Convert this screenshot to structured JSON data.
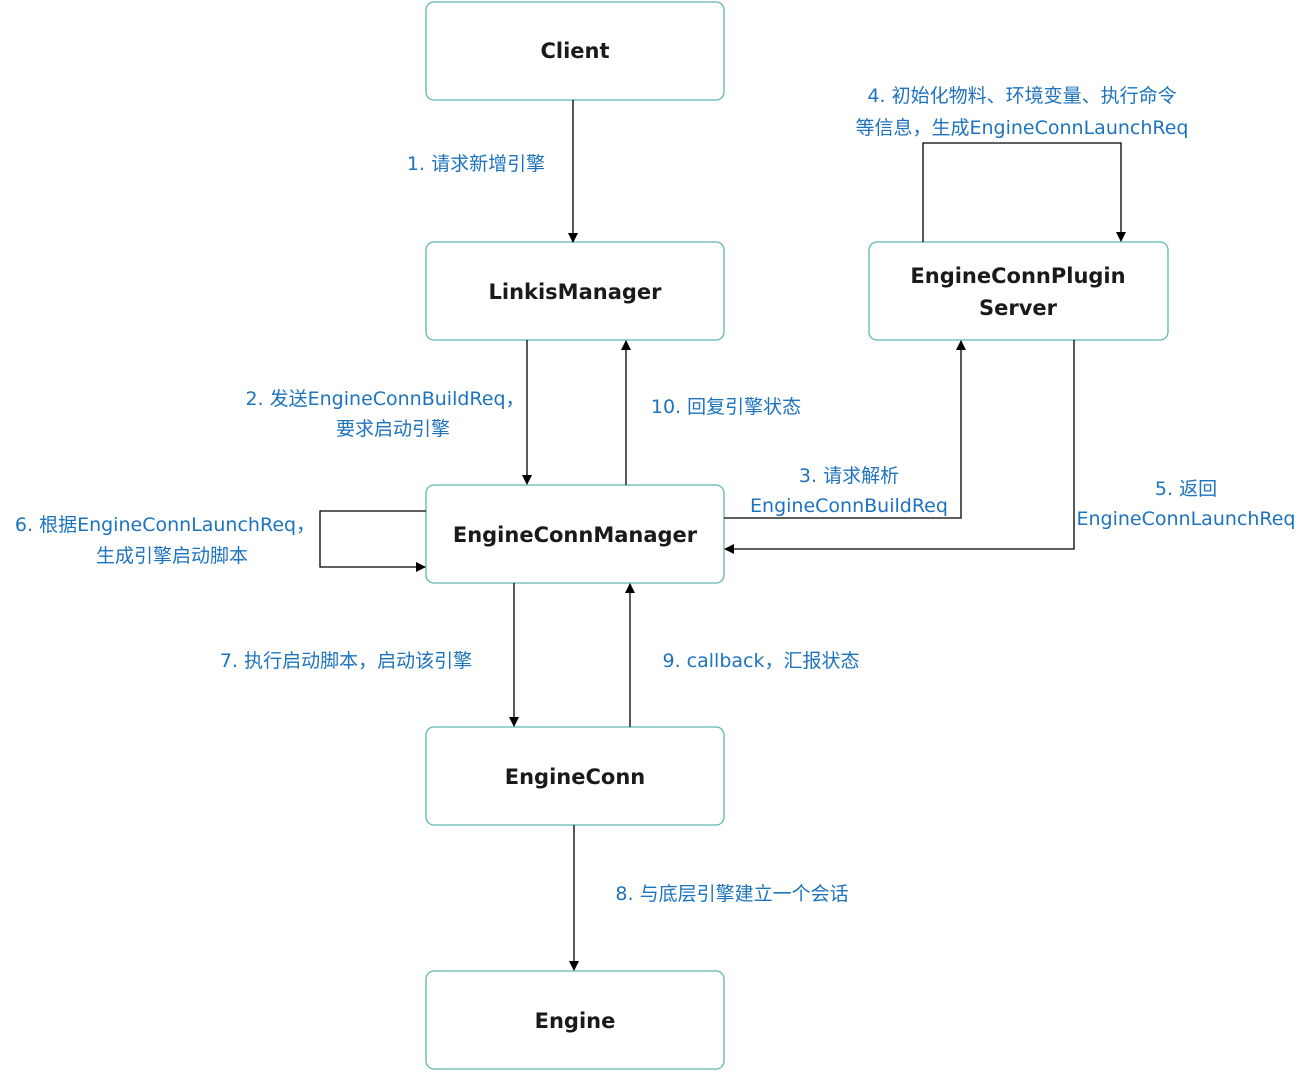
{
  "nodes": {
    "client": {
      "label": "Client"
    },
    "linkis_manager": {
      "label": "LinkisManager"
    },
    "plugin_server": {
      "label_line1": "EngineConnPlugin",
      "label_line2": "Server"
    },
    "ecm": {
      "label": "EngineConnManager"
    },
    "engine_conn": {
      "label": "EngineConn"
    },
    "engine": {
      "label": "Engine"
    }
  },
  "edges": {
    "step1": {
      "label": "1. 请求新增引擎"
    },
    "step2": {
      "line1": "2. 发送EngineConnBuildReq，",
      "line2": "要求启动引擎"
    },
    "step3": {
      "line1": "3. 请求解析",
      "line2": "EngineConnBuildReq"
    },
    "step4": {
      "line1": "4. 初始化物料、环境变量、执行命令",
      "line2": "等信息，生成EngineConnLaunchReq"
    },
    "step5": {
      "line1": "5. 返回",
      "line2": "EngineConnLaunchReq"
    },
    "step6": {
      "line1": "6. 根据EngineConnLaunchReq，",
      "line2": "生成引擎启动脚本"
    },
    "step7": {
      "label": "7. 执行启动脚本，启动该引擎"
    },
    "step8": {
      "label": "8. 与底层引擎建立一个会话"
    },
    "step9": {
      "label": "9. callback，汇报状态"
    },
    "step10": {
      "label": "10. 回复引擎状态"
    }
  },
  "colors": {
    "box_border": "#5fb7b0",
    "label_text": "#1e73be",
    "arrow": "#000000",
    "node_text": "#1a1a1a"
  }
}
